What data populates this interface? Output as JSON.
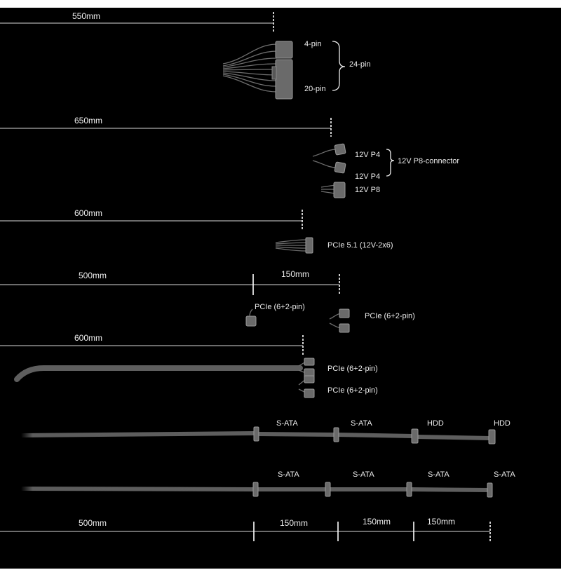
{
  "measurements": {
    "main_24pin": "550mm",
    "cpu": "650mm",
    "pcie5": "600mm",
    "pcie_split_first": "500mm",
    "pcie_split_second": "150mm",
    "pcie_dual": "600mm",
    "sata_first": "500mm",
    "sata_second": "150mm",
    "sata_third": "150mm",
    "sata_fourth": "150mm"
  },
  "labels": {
    "pin4": "4-pin",
    "pin20": "20-pin",
    "pin24": "24-pin",
    "p4_a": "12V P4",
    "p4_b": "12V P4",
    "p8_connector": "12V P8-connector",
    "p8": "12V P8",
    "pcie51": "PCIe 5.1 (12V-2x6)",
    "pcie_mid": "PCIe (6+2-pin)",
    "pcie_end": "PCIe (6+2-pin)",
    "pcie_dual_a": "PCIe (6+2-pin)",
    "pcie_dual_b": "PCIe (6+2-pin)",
    "sata_row1": [
      "S-ATA",
      "S-ATA",
      "HDD",
      "HDD"
    ],
    "sata_row2": [
      "S-ATA",
      "S-ATA",
      "S-ATA",
      "S-ATA"
    ]
  },
  "colors": {
    "background": "#000000",
    "cable": "#5c5c5c",
    "text": "#ececec"
  }
}
